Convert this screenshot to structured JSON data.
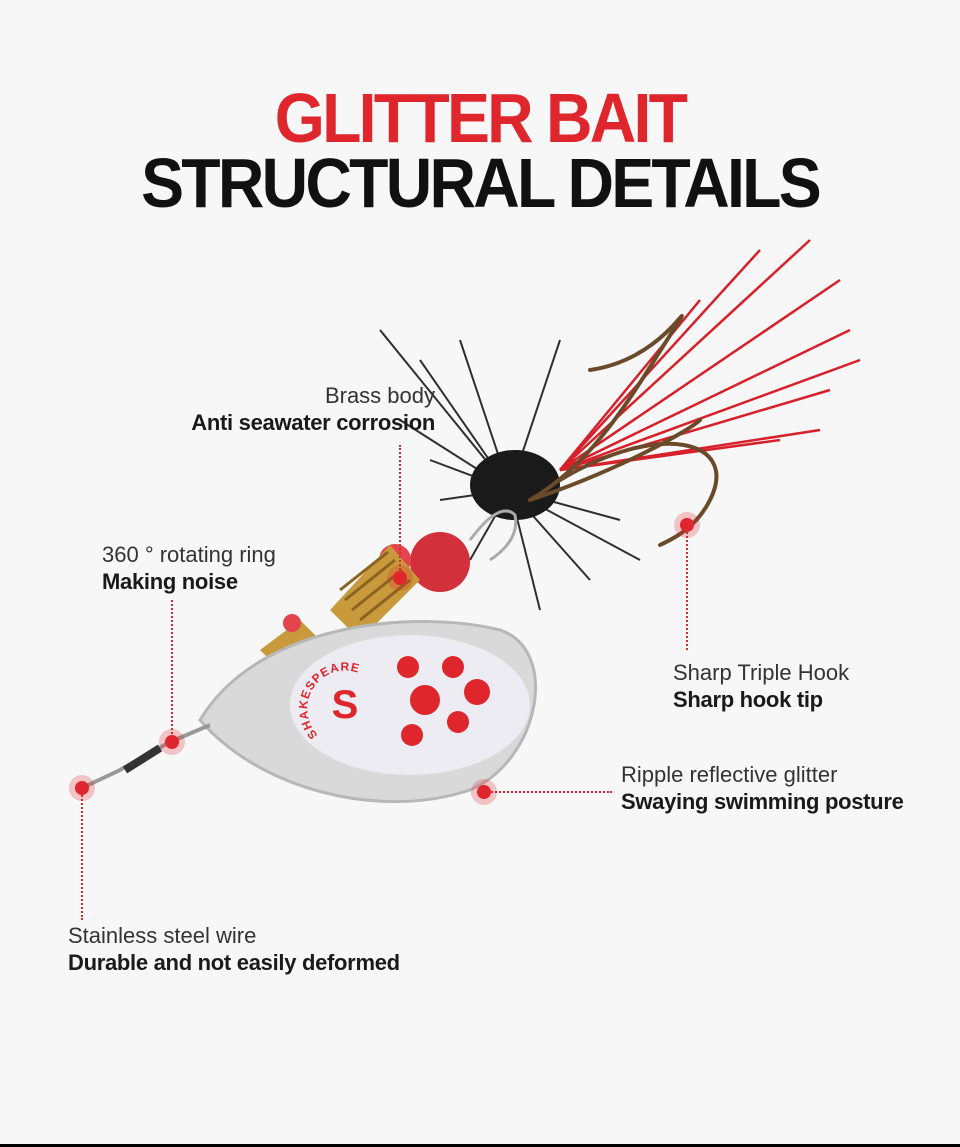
{
  "title": {
    "line1": "GLITTER BAIT",
    "line2": "STRUCTURAL DETAILS"
  },
  "colors": {
    "accent": "#e0262d",
    "background": "#f7f7f7"
  },
  "product": {
    "blade_brand": "SHAKESPEARE",
    "blade_logo_letter": "S"
  },
  "callouts": [
    {
      "name": "Brass body",
      "detail": "Anti seawater corrosion"
    },
    {
      "name": "360 ° rotating ring",
      "detail": "Making noise"
    },
    {
      "name": "Sharp Triple Hook",
      "detail": "Sharp hook tip"
    },
    {
      "name": "Ripple reflective glitter",
      "detail": "Swaying swimming posture"
    },
    {
      "name": "Stainless steel wire",
      "detail": "Durable and not easily deformed"
    }
  ]
}
